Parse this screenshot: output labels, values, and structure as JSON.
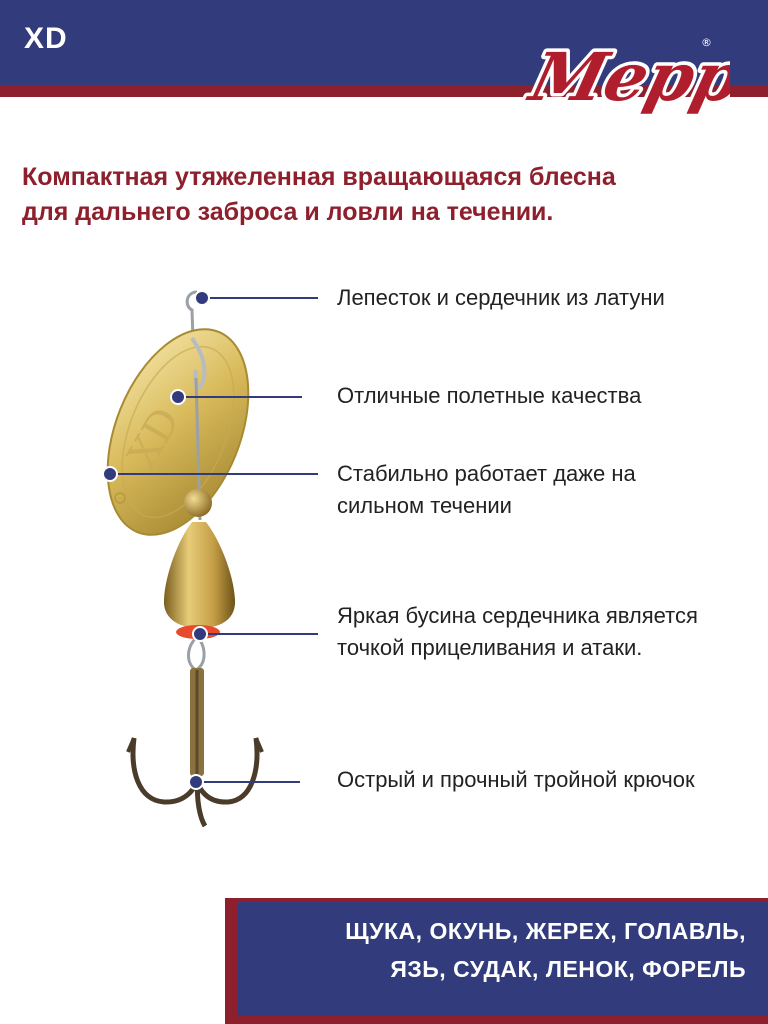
{
  "header": {
    "model": "XD",
    "brand": "Mepps",
    "registered": "®",
    "colors": {
      "navy": "#323c7c",
      "red": "#8e1f2c"
    }
  },
  "headline": {
    "lines": [
      "Компактная утяжеленная вращающаяся блесна",
      "для дальнего заброса и ловли на течении."
    ]
  },
  "features": [
    {
      "lines": [
        "Лепесток и сердечник из латуни"
      ]
    },
    {
      "lines": [
        "Отличные полетные качества"
      ]
    },
    {
      "lines": [
        "Стабильно работает даже на",
        "сильном течении"
      ]
    },
    {
      "lines": [
        "Яркая бусина сердечника является",
        "точкой прицеливания и атаки."
      ]
    },
    {
      "lines": [
        "Острый и прочный тройной крючок"
      ]
    }
  ],
  "species": {
    "lines": [
      "ЩУКА, ОКУНЬ, ЖЕРЕХ, ГОЛАВЛЬ,",
      "ЯЗЬ, СУДАК, ЛЕНОК, ФОРЕЛЬ"
    ]
  },
  "icons": {
    "lure": "spinner-lure-image",
    "marker": "callout-dot-icon"
  }
}
